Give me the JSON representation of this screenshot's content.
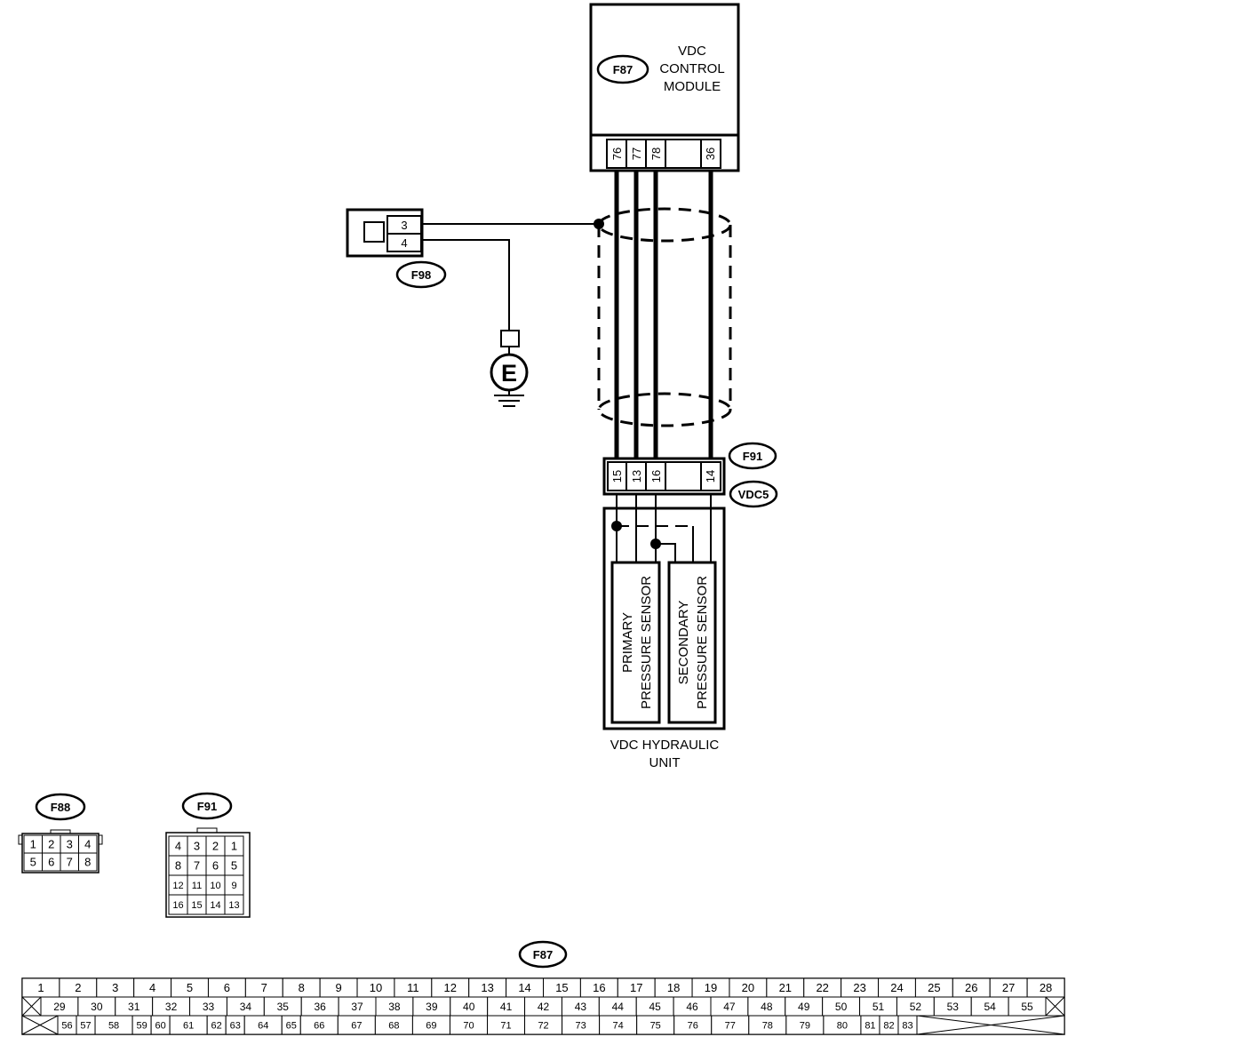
{
  "module": {
    "tag": "F87",
    "label_lines": [
      "VDC",
      "CONTROL",
      "MODULE"
    ],
    "pins": [
      "76",
      "77",
      "78",
      "36"
    ]
  },
  "ground_connector": {
    "tag": "F98",
    "pins": [
      "3",
      "4"
    ],
    "ground_symbol": "E"
  },
  "hydraulic_connector": {
    "tags": [
      "F91",
      "VDC5"
    ],
    "pins": [
      "15",
      "13",
      "16",
      "14"
    ]
  },
  "hydraulic_unit": {
    "label_lines": [
      "VDC HYDRAULIC",
      "UNIT"
    ],
    "primary_lines": [
      "PRIMARY",
      "PRESSURE SENSOR"
    ],
    "secondary_lines": [
      "SECONDARY",
      "PRESSURE SENSOR"
    ]
  },
  "legend_f88": {
    "tag": "F88",
    "rows": [
      [
        "1",
        "2",
        "3",
        "4"
      ],
      [
        "5",
        "6",
        "7",
        "8"
      ]
    ]
  },
  "legend_f91": {
    "tag": "F91",
    "rows": [
      [
        "4",
        "3",
        "2",
        "1"
      ],
      [
        "8",
        "7",
        "6",
        "5"
      ],
      [
        "12",
        "11",
        "10",
        "9"
      ],
      [
        "16",
        "15",
        "14",
        "13"
      ]
    ]
  },
  "legend_f87": {
    "tag": "F87",
    "row1": [
      "1",
      "2",
      "3",
      "4",
      "5",
      "6",
      "7",
      "8",
      "9",
      "10",
      "11",
      "12",
      "13",
      "14",
      "15",
      "16",
      "17",
      "18",
      "19",
      "20",
      "21",
      "22",
      "23",
      "24",
      "25",
      "26",
      "27",
      "28"
    ],
    "row2": [
      "29",
      "30",
      "31",
      "32",
      "33",
      "34",
      "35",
      "36",
      "37",
      "38",
      "39",
      "40",
      "41",
      "42",
      "43",
      "44",
      "45",
      "46",
      "47",
      "48",
      "49",
      "50",
      "51",
      "52",
      "53",
      "54",
      "55"
    ],
    "row3": [
      "56",
      "57",
      "58",
      "59",
      "60",
      "61",
      "62",
      "63",
      "64",
      "65",
      "66",
      "67",
      "68",
      "69",
      "70",
      "71",
      "72",
      "73",
      "74",
      "75",
      "76",
      "77",
      "78",
      "79",
      "80",
      "81",
      "82",
      "83"
    ]
  }
}
